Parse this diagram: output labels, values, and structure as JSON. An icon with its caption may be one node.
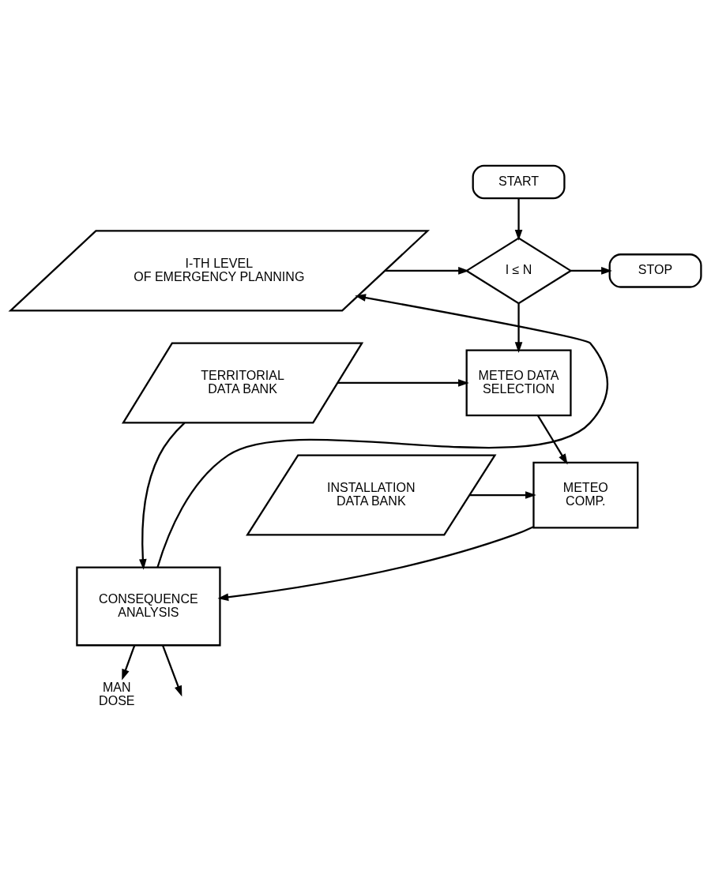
{
  "diagram": {
    "nodes": [
      {
        "text": [
          "START"
        ]
      },
      {
        "text": [
          "I ≤ N"
        ]
      },
      {
        "text": [
          "STOP"
        ]
      },
      {
        "text": [
          "I-TH LEVEL OF EMERGENCY PLANNING"
        ]
      },
      {
        "text": [
          "TERRITORIAL DATA BANK"
        ]
      },
      {
        "text": [
          "METEO DATA SELECTION"
        ]
      },
      {
        "text": [
          "INSTALLATION DATA BANK"
        ]
      },
      {
        "text": [
          "METEO COMP."
        ]
      },
      {
        "text": [
          "CONSEQUENCE ANALYSIS"
        ]
      },
      {
        "text": [
          "MAN DOSE"
        ]
      }
    ],
    "edges": [
      {
        "from": 0,
        "to": 1,
        "arrow": "to"
      },
      {
        "from": 3,
        "to": 1,
        "arrow": "to"
      },
      {
        "from": 1,
        "to": 2,
        "arrow": "to"
      },
      {
        "from": 1,
        "to": 5,
        "arrow": "to"
      },
      {
        "from": 4,
        "to": 5,
        "arrow": "to"
      },
      {
        "from": 4,
        "to": 8,
        "arrow": "to"
      },
      {
        "from": 5,
        "to": 7,
        "arrow": "to"
      },
      {
        "from": 6,
        "to": 7,
        "arrow": "to"
      },
      {
        "from": 7,
        "to": 8,
        "arrow": "to"
      },
      {
        "from": 8,
        "to": 3,
        "arrow": "to"
      },
      {
        "from": 8,
        "to": 9,
        "arrow": "to"
      },
      {
        "from": 8,
        "to": null,
        "arrow": "to"
      }
    ]
  }
}
